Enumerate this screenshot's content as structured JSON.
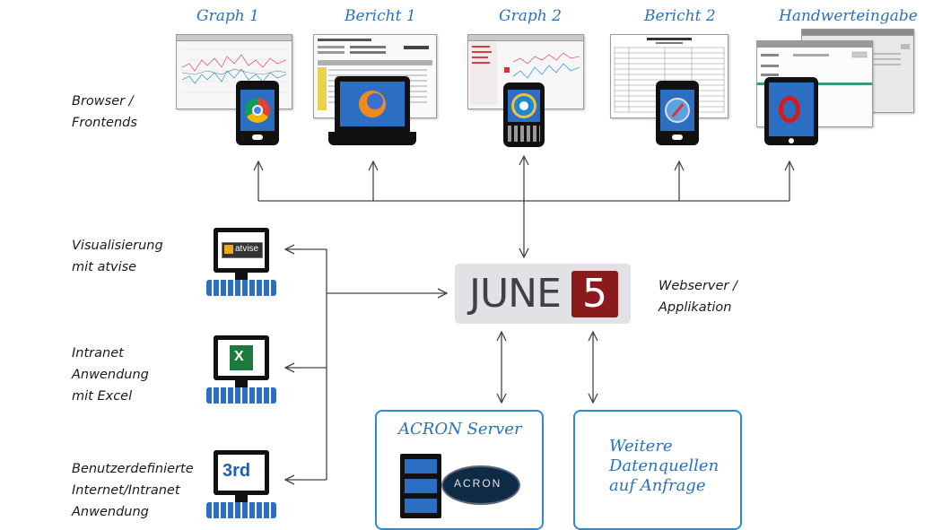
{
  "frontends": {
    "graph1": "Graph 1",
    "bericht1": "Bericht 1",
    "graph2": "Graph 2",
    "bericht2": "Bericht 2",
    "handwerteingabe": "Handwerteingabe"
  },
  "labels": {
    "browser_line1": "Browser /",
    "browser_line2": "Frontends",
    "visual_line1": "Visualisierung",
    "visual_line2": "mit atvise",
    "intranet_line1": "Intranet",
    "intranet_line2": "Anwendung",
    "intranet_line3": "mit Excel",
    "custom_line1": "Benutzerdefinierte",
    "custom_line2": "Internet/Intranet",
    "custom_line3": "Anwendung",
    "webserver_line1": "Webserver /",
    "webserver_line2": "Applikation"
  },
  "june5": {
    "word": "JUNE",
    "number": "5"
  },
  "clients": {
    "atvise": "atvise",
    "excel": "X",
    "third": "3rd"
  },
  "acron": {
    "title": "ACRON Server",
    "logo": "ACRON"
  },
  "datasources": {
    "line1": "Weitere",
    "line2": "Datenquellen",
    "line3": "auf Anfrage"
  },
  "browser_icons": [
    "chrome-icon",
    "firefox-icon",
    "internet-explorer-icon",
    "safari-icon",
    "opera-icon"
  ],
  "colors": {
    "accent_blue": "#2a72b8",
    "box_border": "#2a8ad2",
    "june_red": "#8b1a1a",
    "arrow": "#444444"
  }
}
